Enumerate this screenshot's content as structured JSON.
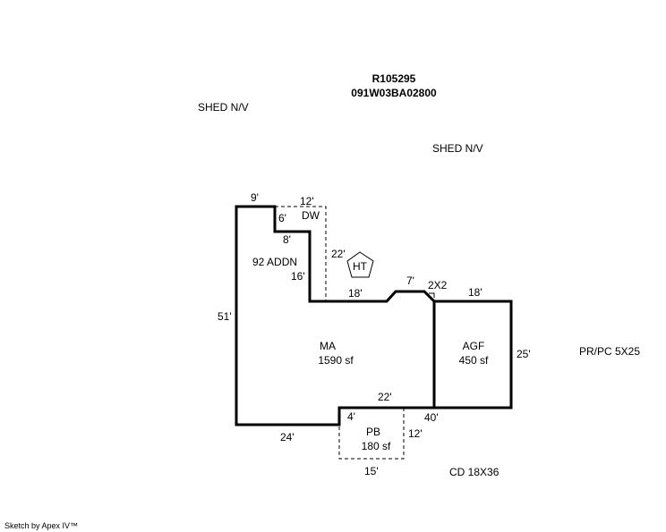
{
  "header": {
    "account": "R105295",
    "map_number": "091W03BA02800"
  },
  "notes": {
    "shed_1": "SHED  N/V",
    "shed_2": "SHED  N/V",
    "prpc": "PR/PC 5X25",
    "cd": "CD 18X36"
  },
  "areas": {
    "ma": {
      "label": "MA",
      "area": "1590 sf"
    },
    "agf": {
      "label": "AGF",
      "area": "450 sf"
    },
    "pb": {
      "label": "PB",
      "area": "180 sf"
    },
    "dw": {
      "label": "DW"
    },
    "addn": {
      "label": "92 ADDN"
    },
    "ht": {
      "label": "HT"
    }
  },
  "dimensions": {
    "d9": "9'",
    "d12_top": "12'",
    "d6": "6'",
    "d8": "8'",
    "d22_dw": "22'",
    "d16": "16'",
    "d51": "51'",
    "d18_mid": "18'",
    "d7": "7'",
    "d2x2": "2X2",
    "d18_agf": "18'",
    "d25": "25'",
    "d22_bottom": "22'",
    "d40": "40'",
    "d4": "4'",
    "d12_pb": "12'",
    "d24": "24'",
    "d15": "15'"
  },
  "footer": {
    "credit": "Sketch by Apex IV™"
  }
}
